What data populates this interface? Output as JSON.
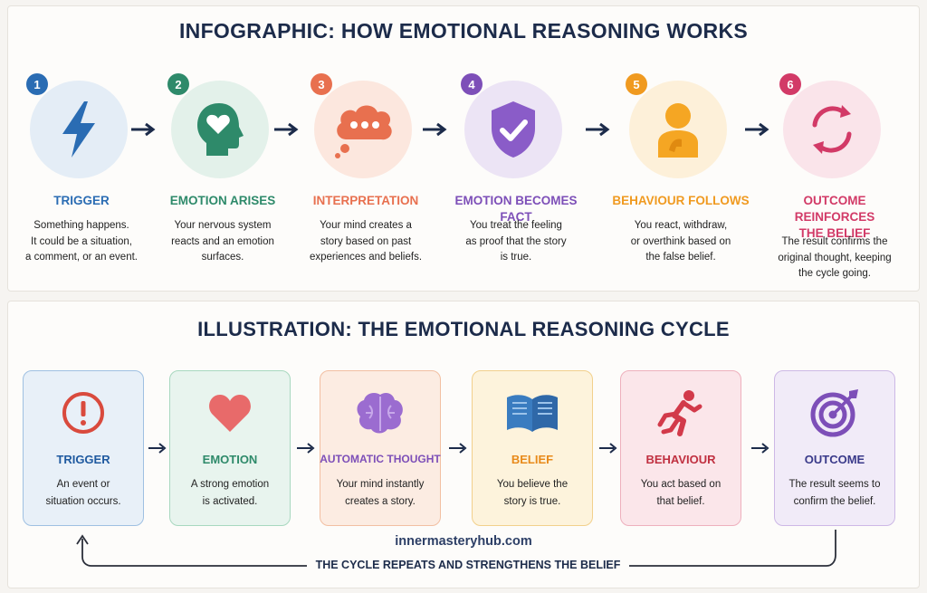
{
  "infographic": {
    "title": "INFOGRAPHIC: HOW EMOTIONAL REASONING WORKS",
    "steps": [
      {
        "number": "1",
        "label": "TRIGGER",
        "description": "Something happens.\nIt could be a situation,\na comment, or an event.",
        "icon": "lightning-bolt-icon",
        "color": "#2a6cb3",
        "bg": "#e4edf6"
      },
      {
        "number": "2",
        "label": "EMOTION ARISES",
        "description": "Your nervous system\nreacts and an emotion\nsurfaces.",
        "icon": "head-heart-icon",
        "color": "#2e8a6a",
        "bg": "#e3f1ea"
      },
      {
        "number": "3",
        "label": "INTERPRETATION",
        "description": "Your mind creates a\nstory based on past\nexperiences and beliefs.",
        "icon": "thought-bubble-icon",
        "color": "#e8704f",
        "bg": "#fce7de"
      },
      {
        "number": "4",
        "label": "EMOTION BECOMES FACT",
        "description": "You treat the feeling\nas proof that the story\nis true.",
        "icon": "shield-check-icon",
        "color": "#7d4fb8",
        "bg": "#ece4f5"
      },
      {
        "number": "5",
        "label": "BEHAVIOUR FOLLOWS",
        "description": "You react, withdraw,\nor overthink based on\nthe false belief.",
        "icon": "person-thinking-icon",
        "color": "#f09a20",
        "bg": "#fdf0d9"
      },
      {
        "number": "6",
        "label": "OUTCOME REINFORCES\nTHE BELIEF",
        "description": "The result confirms the\noriginal thought, keeping\nthe cycle going.",
        "icon": "cycle-arrows-icon",
        "color": "#d23a67",
        "bg": "#fae4ea"
      }
    ]
  },
  "illustration": {
    "title": "ILLUSTRATION: THE EMOTIONAL REASONING CYCLE",
    "cards": [
      {
        "label": "TRIGGER",
        "description": "An event or\nsituation occurs.",
        "icon": "exclamation-circle-icon",
        "color": "#1f5aa0",
        "accent": "#d94a3d",
        "bg": "#e8f0f8",
        "border": "#9fc0e2"
      },
      {
        "label": "EMOTION",
        "description": "A strong emotion\nis activated.",
        "icon": "heart-icon",
        "color": "#2e8a6a",
        "accent": "#e86a6a",
        "bg": "#e8f4ee",
        "border": "#a8d8bf"
      },
      {
        "label": "AUTOMATIC THOUGHT",
        "description": "Your mind instantly\ncreates a story.",
        "icon": "brain-icon",
        "color": "#7d4fb8",
        "accent": "#9b6cd0",
        "bg": "#fcece2",
        "border": "#f2bfa2"
      },
      {
        "label": "BELIEF",
        "description": "You believe the\nstory is true.",
        "icon": "open-book-icon",
        "color": "#e88a1a",
        "accent": "#3a7cc0",
        "bg": "#fdf3dc",
        "border": "#f2d08c"
      },
      {
        "label": "BEHAVIOUR",
        "description": "You act based on\nthat belief.",
        "icon": "running-person-icon",
        "color": "#c03040",
        "accent": "#d23a4a",
        "bg": "#fbe6ea",
        "border": "#eeb0bd"
      },
      {
        "label": "OUTCOME",
        "description": "The result seems to\nconfirm the belief.",
        "icon": "target-arrow-icon",
        "color": "#3a3a8a",
        "accent": "#7d4fb8",
        "bg": "#f1ebf8",
        "border": "#cdb8e6"
      }
    ],
    "watermark": "innermasteryhub.com",
    "cycle_caption": "THE CYCLE REPEATS AND STRENGTHENS THE BELIEF"
  }
}
